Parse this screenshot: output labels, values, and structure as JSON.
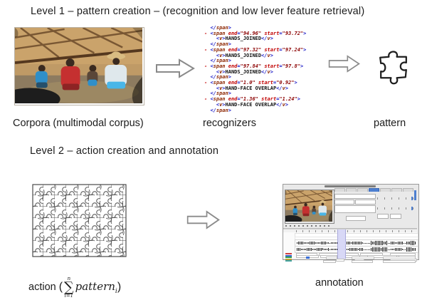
{
  "level1": {
    "title": "Level 1 – pattern creation – (recognition and low lever feature retrieval)",
    "corpus_label": "Corpora (multimodal corpus)",
    "recognizers_label": "recognizers",
    "pattern_label": "pattern",
    "xml_lines": [
      "  </span>",
      "- <span end=\"94.96\" start=\"93.72\">",
      "    <v>HANDS_JOINED</v>",
      "  </span>",
      "- <span end=\"97.32\" start=\"97.24\">",
      "    <v>HANDS_JOINED</v>",
      "  </span>",
      "- <span end=\"97.84\" start=\"97.8\">",
      "    <v>HANDS_JOINED</v>",
      "  </span>",
      "- <span end=\"1.0\" start=\"0.92\">",
      "    <v>HAND-FACE OVERLAP</v>",
      "  </span>",
      "- <span end=\"1.36\" start=\"1.24\">",
      "    <v>HAND-FACE OVERLAP</v>",
      "  </span>"
    ]
  },
  "level2": {
    "title": "Level 2 – action creation and annotation",
    "annotation_label": "annotation",
    "formula": {
      "prefix": "action",
      "open_paren": "(",
      "sum_upper": "n",
      "sum_symbol": "∑",
      "sum_lower": "i=1",
      "term": "pattern",
      "term_sub": "i",
      "close_paren": ")"
    }
  },
  "colors": {
    "xml_bracket": "#2020c8",
    "xml_tagname": "#8b2500",
    "xml_attr": "#c00000",
    "xml_value": "#8b0000",
    "arrow_stroke": "#8a8a8a",
    "tab_selected": "#4d7fd0",
    "playhead": "#d8d8f6",
    "tier_label_colors": [
      "#d04040",
      "#4060d0",
      "#30a050",
      "#c0a030",
      "#40a0a0"
    ]
  }
}
